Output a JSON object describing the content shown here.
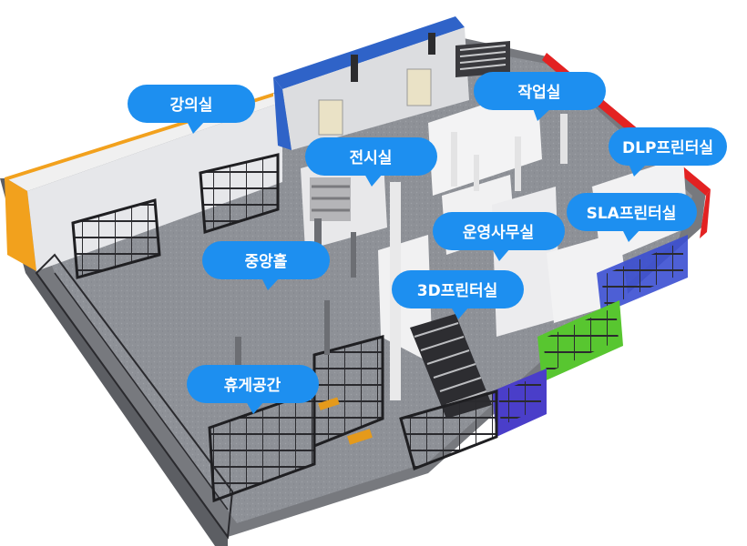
{
  "rooms": {
    "lecture": "강의실",
    "work": "작업실",
    "dlp": "DLP프린터실",
    "exhibition": "전시실",
    "sla": "SLA프린터실",
    "office": "운영사무실",
    "hall": "중앙홀",
    "printer3d": "3D프린터실",
    "lounge": "휴게공간"
  },
  "colors": {
    "bubble": "#1d8ff0",
    "lecture_wall": "#f2a11d",
    "top_wall": "#2f63c8",
    "dlp_wall": "#e32222",
    "sla_wall": "#3b4fd2",
    "green_wall": "#58c630",
    "purple_wall": "#4a3ec9",
    "floor": "#8f9298"
  }
}
